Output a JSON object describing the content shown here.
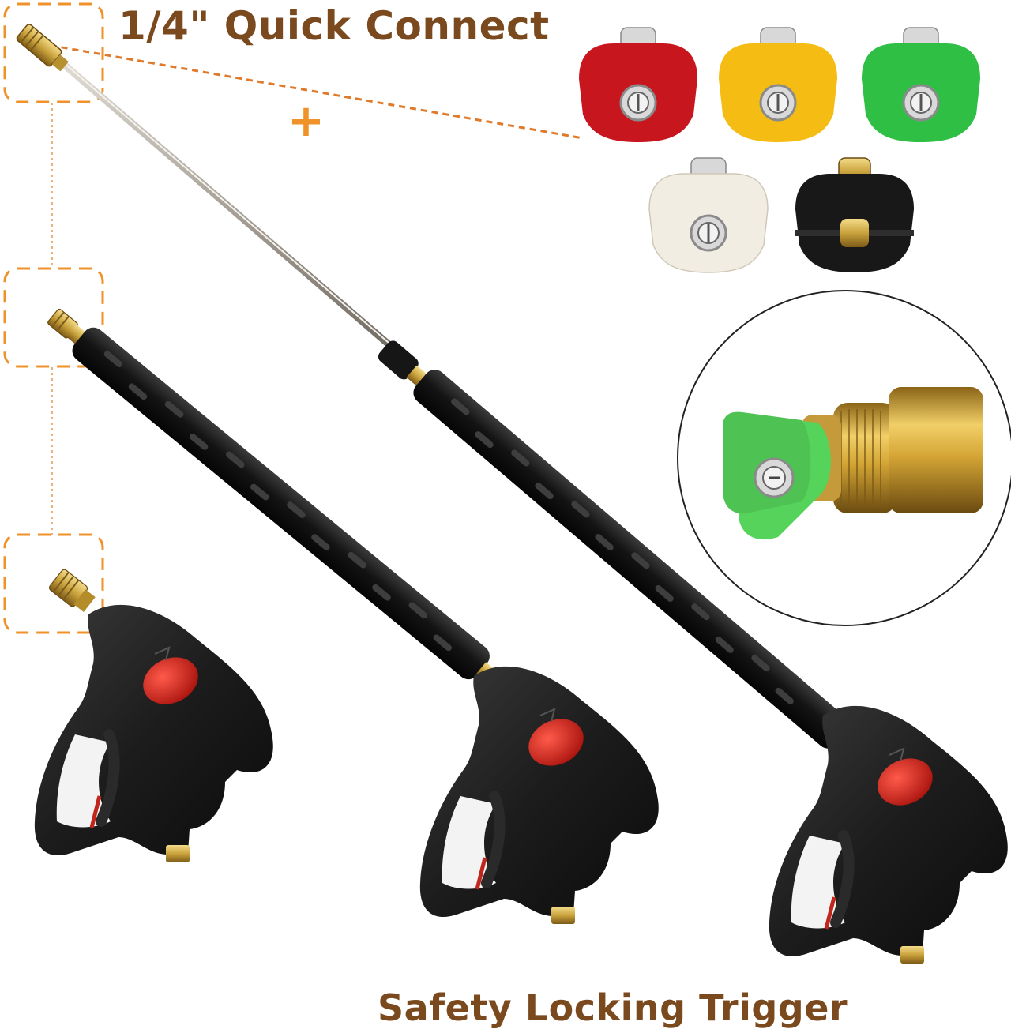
{
  "captions": {
    "quick_connect": "1/4\" Quick Connect",
    "safety_trigger": "Safety Locking Trigger",
    "plus": "+"
  },
  "nozzle_tips": [
    {
      "color": "#c8161f",
      "label": "red-nozzle-tip"
    },
    {
      "color": "#f5bd14",
      "label": "yellow-nozzle-tip"
    },
    {
      "color": "#2fbf45",
      "label": "green-nozzle-tip"
    },
    {
      "color": "#f1ede2",
      "label": "white-nozzle-tip"
    },
    {
      "color": "#181818",
      "label": "black-nozzle-tip"
    }
  ],
  "colors": {
    "caption_text": "#7a4a1e",
    "accent_orange": "#f0922a",
    "gun_body": "#1c1c1c",
    "safety_button": "#d8261c",
    "brass": "#c9a23c"
  }
}
